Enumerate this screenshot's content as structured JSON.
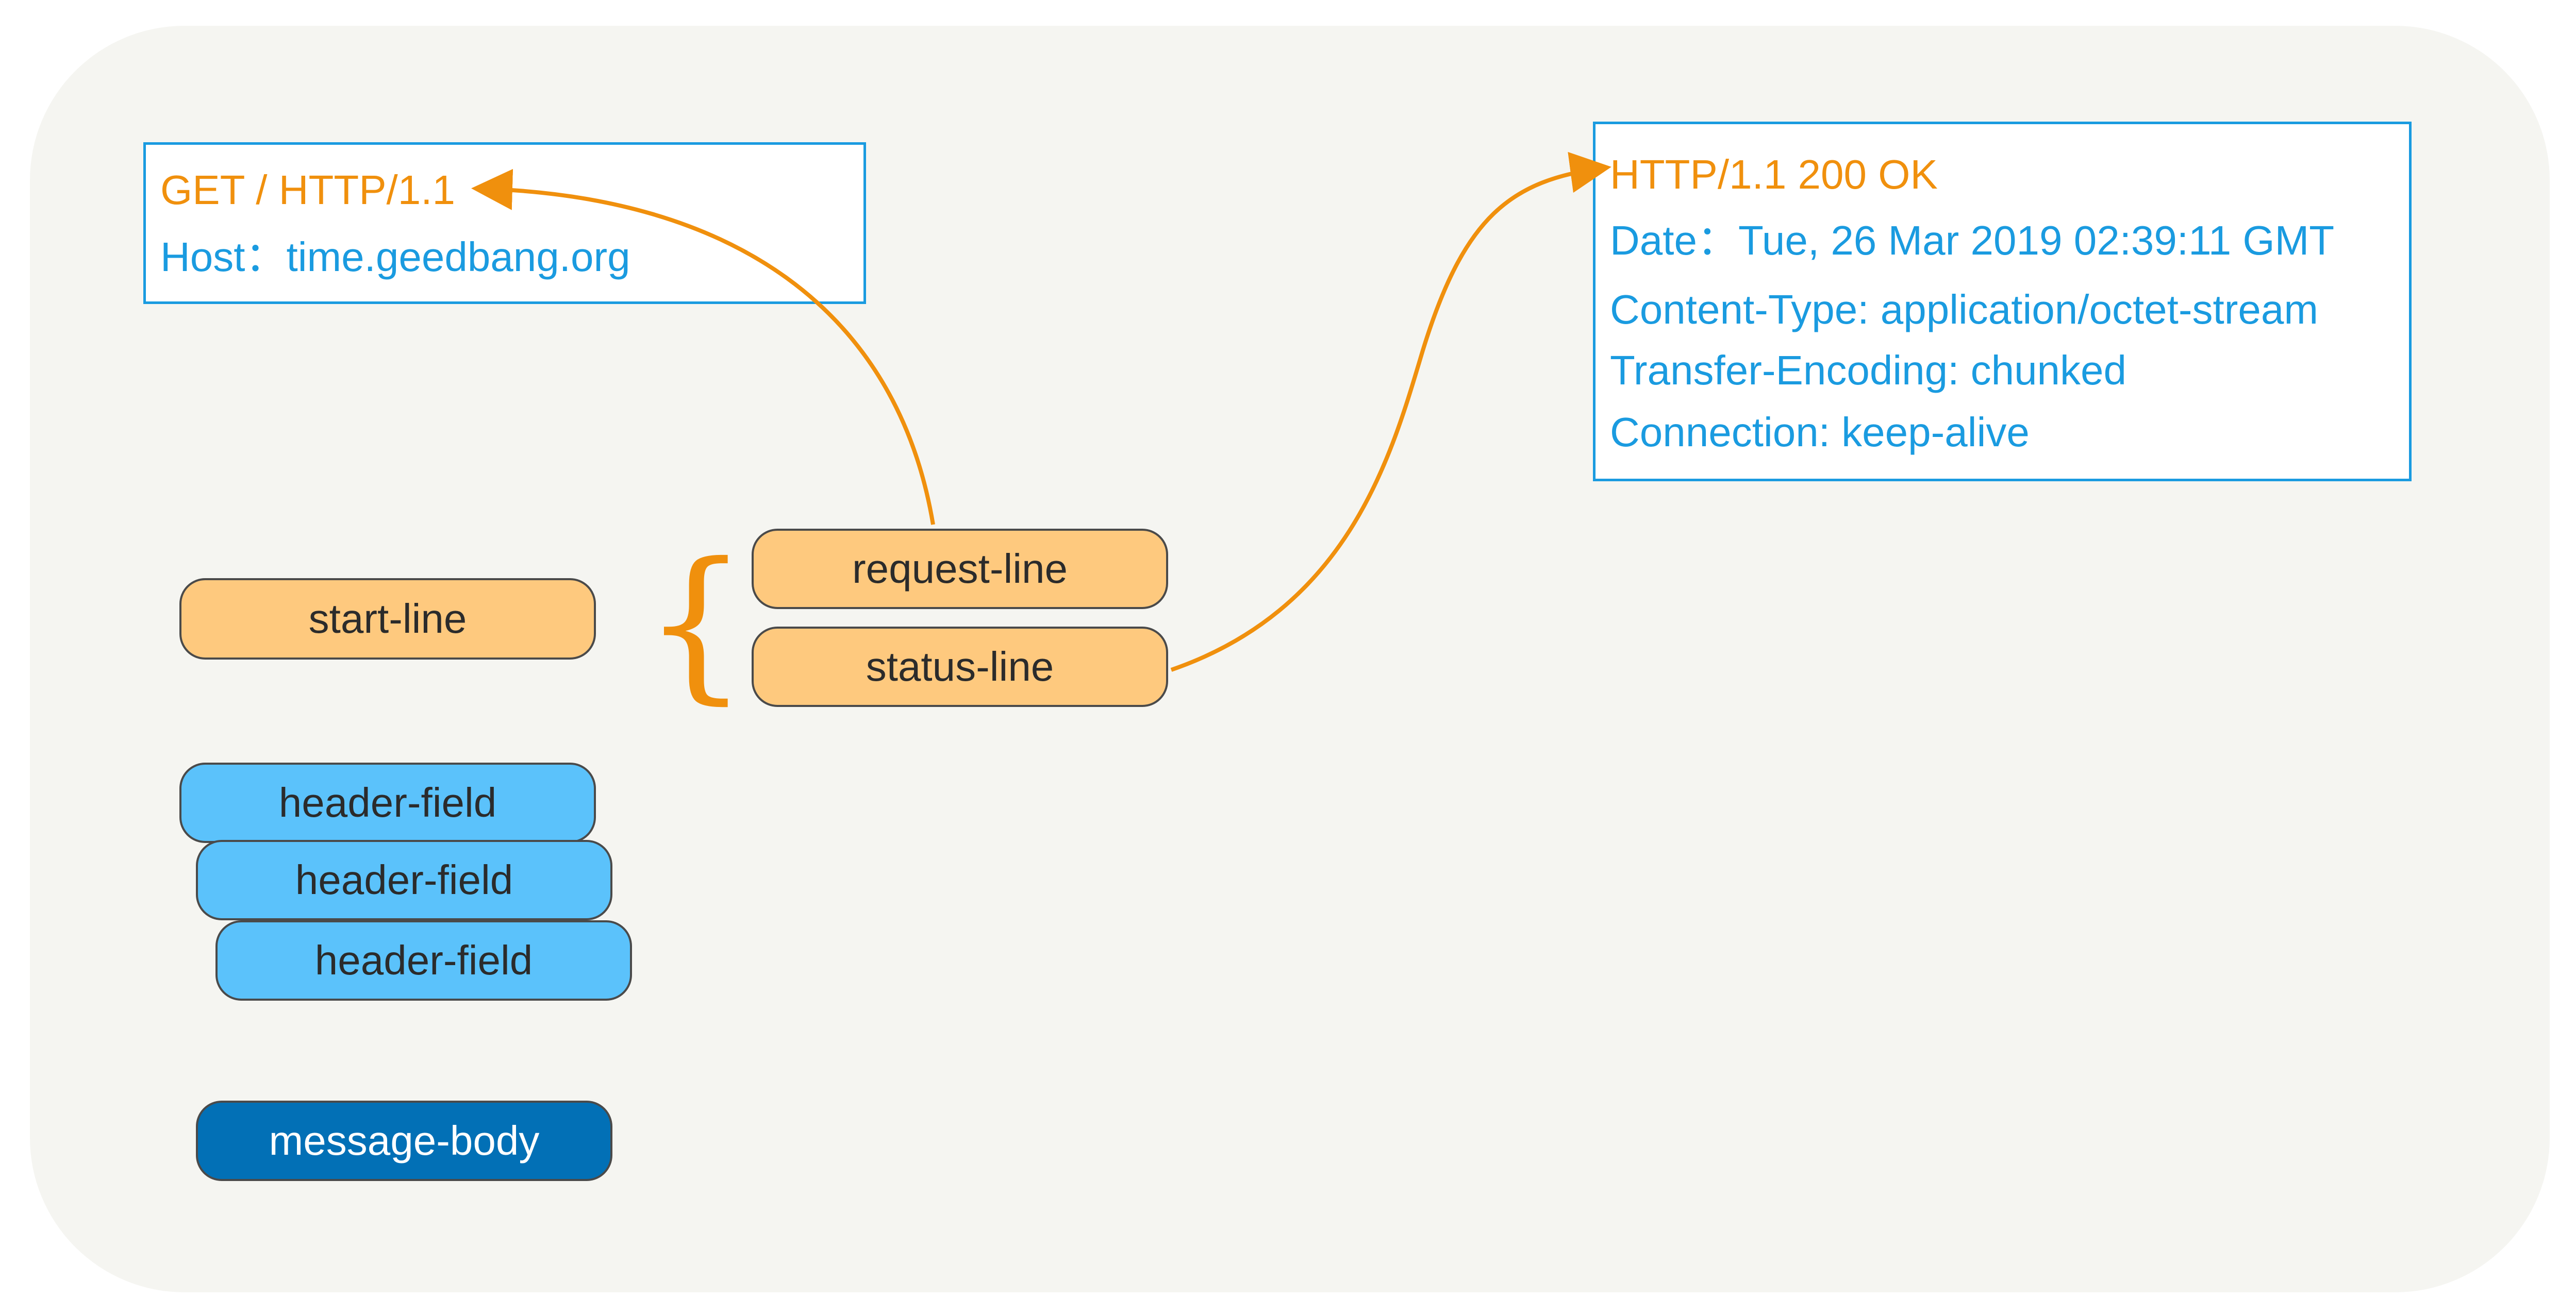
{
  "request_box": {
    "lines": [
      "GET / HTTP/1.1",
      "Host：time.geedbang.org"
    ]
  },
  "response_box": {
    "lines": [
      "HTTP/1.1 200 OK",
      "Date：Tue, 26 Mar 2019 02:39:11 GMT",
      "Content-Type: application/octet-stream",
      "Transfer-Encoding: chunked",
      "Connection: keep-alive"
    ]
  },
  "blocks": {
    "start_line": "start-line",
    "request_line": "request-line",
    "status_line": "status-line",
    "header_fields": [
      "header-field",
      "header-field",
      "header-field"
    ],
    "message_body": "message-body"
  },
  "brace": "{",
  "colors": {
    "accent_orange": "#f0900d",
    "text_blue": "#1a9be0",
    "pill_orange": "#fec97e",
    "pill_light_blue": "#5bc2fb",
    "pill_dark_blue": "#0270b6",
    "background_panel": "#f5f5f1"
  }
}
